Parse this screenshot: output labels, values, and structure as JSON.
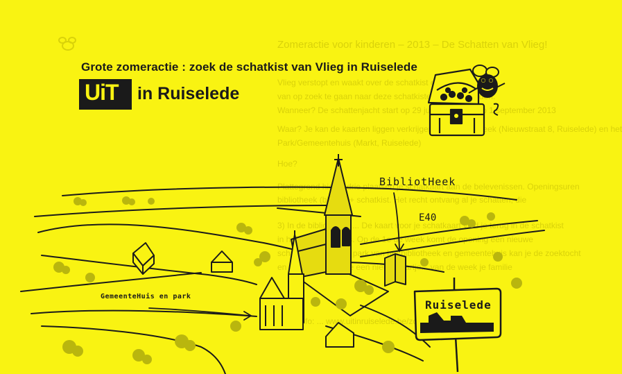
{
  "background_text": [
    "Zomeractie voor kinderen – 2013 – De Schatten van Vlieg!",
    "Vlieg verstopt en waakt over de schatkist en daagt je uit om",
    "van op zoek te gaan naar deze schatkisten terug te vinden.",
    "Wanneer? De schattenjacht start op 29 juni en eindigt op 1 september 2013",
    "Waar? Je kan de kaarten liggen verkrijgen in de Bibliotheek (Nieuwstraat 8, Ruiselede) en het",
    "Park/Gemeentehuis (Markt, Ruiselede)",
    "Hoe?",
    "Plattegrond hierbij drie plaatsen je schatkaart aan de belevenissen. Openingsuren",
    "bibliotheek (blz.16) + schatkist. Het recht ontvang al je schatten, die",
    "3) In de bibliotheek: ... De kaart voor je schatkaart vind je terug in de schatkist",
    "in het gemeentehuis. Op de 1e de week komt de opening een nieuwe",
    "schatkaart... om het park van het bibliotheek en gemeentehuis kan je de zoektocht",
    "en ieder week kan je een nieuw kaartje... van de week je familie",
    "Meer info: ...  www.uitinruiselede.be/zomer ..."
  ],
  "headline": "Grote zomeractie : zoek de schatkist van Vlieg in Ruiselede",
  "logo": {
    "mark": "UiT",
    "subtitle": "in Ruiselede"
  },
  "map": {
    "labels": {
      "library": "BibliotHeek",
      "highway": "E40",
      "town_hall": "GemeenteHuis en park",
      "town_sign": "Ruiselede"
    }
  },
  "colors": {
    "paper": "#f9f312",
    "ink": "#1a1a1a",
    "ghost": "#d9d20a",
    "church": "#e6dc10"
  },
  "icons": [
    "treasure-chest-icon",
    "fly-mascot-icon",
    "bee-icon"
  ]
}
